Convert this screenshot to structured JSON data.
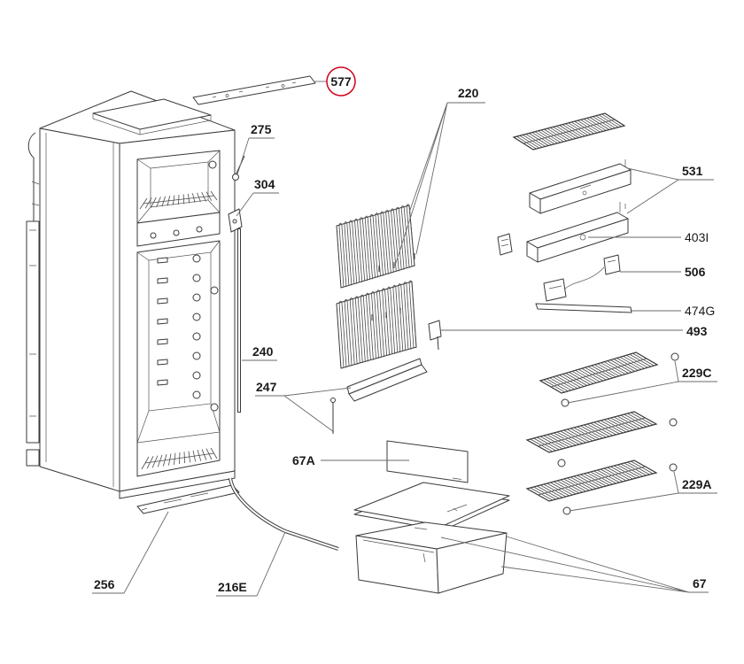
{
  "callouts": {
    "p577": "577",
    "p275": "275",
    "p304": "304",
    "p240": "240",
    "p247": "247",
    "p256": "256",
    "p216E": "216E",
    "p220": "220",
    "p531": "531",
    "p403I": "403I",
    "p506": "506",
    "p474G": "474G",
    "p493": "493",
    "p229C": "229C",
    "p67A": "67A",
    "p229A": "229A",
    "p67": "67"
  },
  "colors": {
    "highlight_circle": "#d0021b",
    "linework": "#3a3a3a",
    "background": "#ffffff"
  }
}
